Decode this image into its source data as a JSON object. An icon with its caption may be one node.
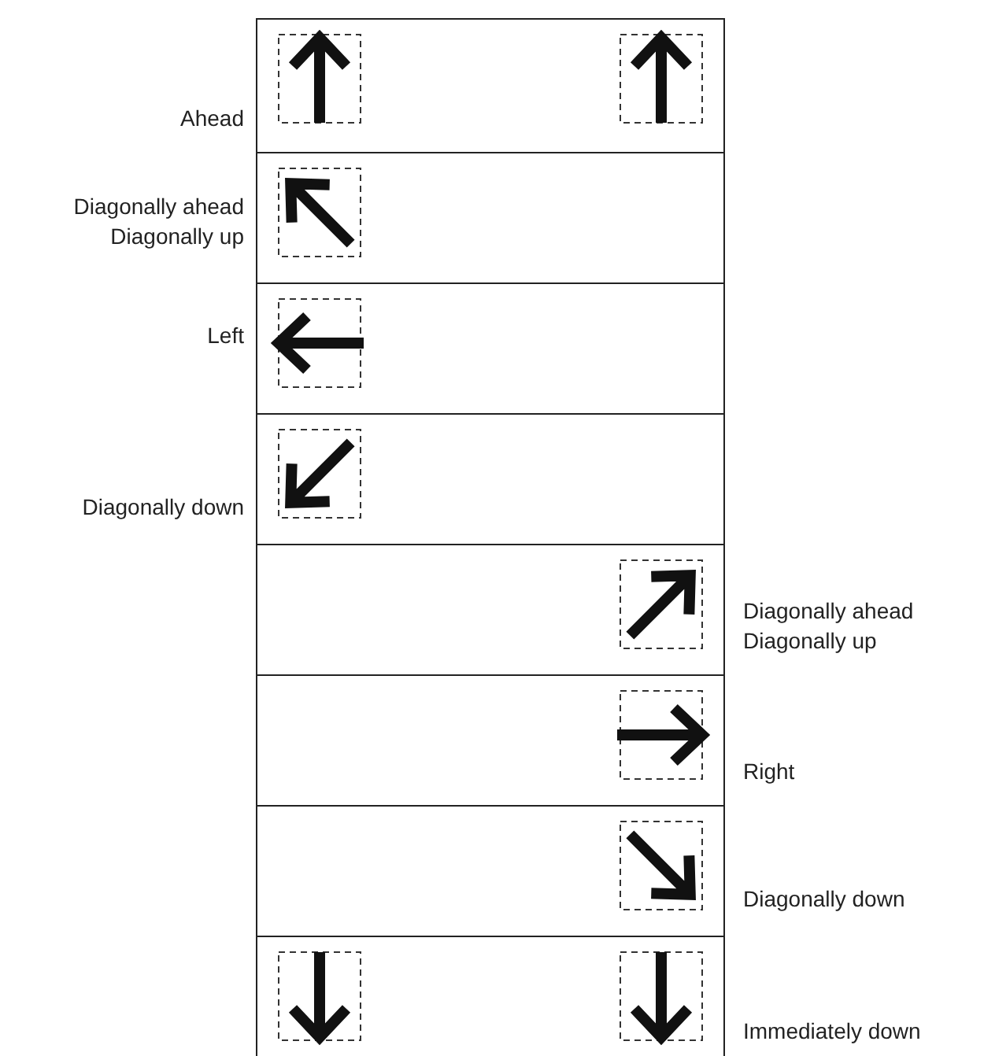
{
  "diagram": {
    "labels": [
      "Ahead",
      "Diagonally ahead",
      "Diagonally up",
      "Left",
      "Diagonally down",
      "Diagonally ahead",
      "Diagonally up",
      "Right",
      "Diagonally down",
      "Immediately down"
    ]
  }
}
